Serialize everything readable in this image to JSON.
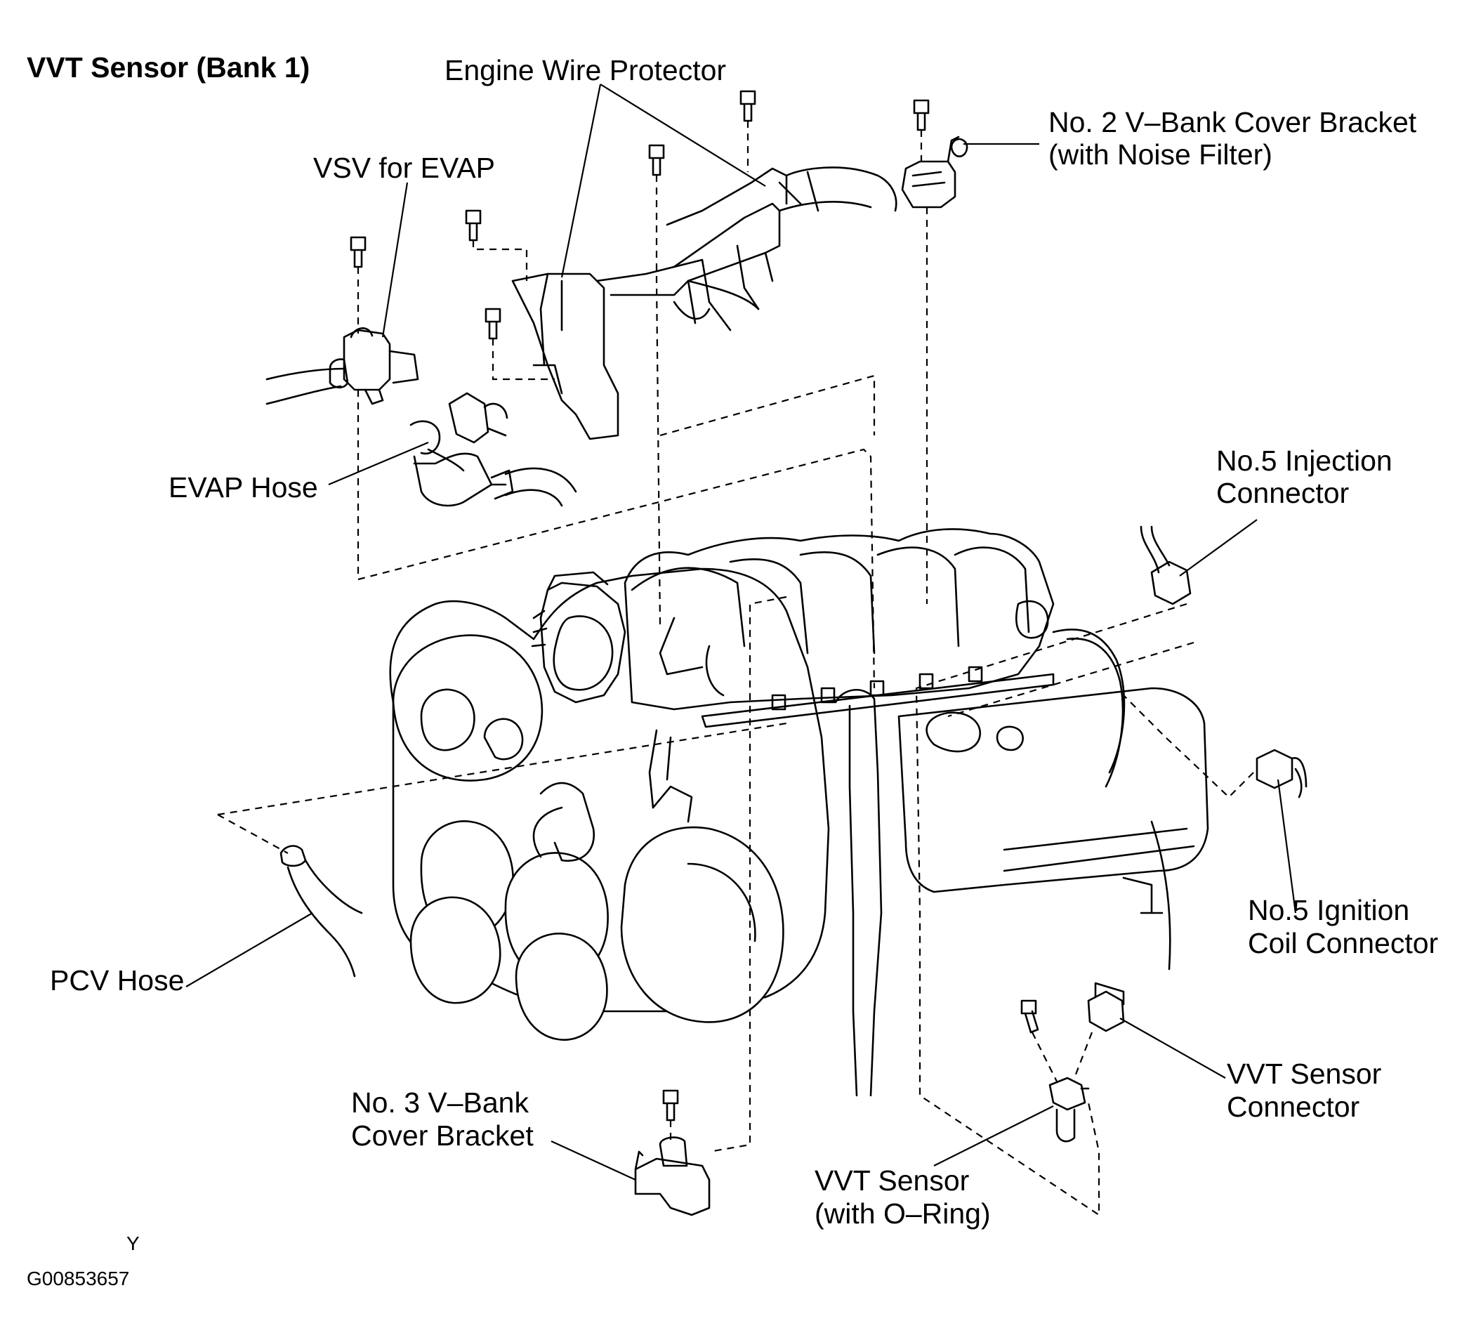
{
  "diagram": {
    "title": "VVT Sensor (Bank 1)",
    "figure_id": "G00853657",
    "corner_mark": "Y",
    "labels": {
      "engine_wire_protector": "Engine Wire Protector",
      "vsv_for_evap": "VSV for EVAP",
      "evap_hose": "EVAP Hose",
      "no2_bracket_line1": "No. 2 V–Bank Cover Bracket",
      "no2_bracket_line2": "(with Noise Filter)",
      "no5_injection_line1": "No.5 Injection",
      "no5_injection_line2": "Connector",
      "no5_ignition_line1": "No.5 Ignition",
      "no5_ignition_line2": "Coil Connector",
      "pcv_hose": "PCV Hose",
      "no3_bracket_line1": "No. 3 V–Bank",
      "no3_bracket_line2": "Cover Bracket",
      "vvt_connector_line1": "VVT Sensor",
      "vvt_connector_line2": "Connector",
      "vvt_sensor_line1": "VVT Sensor",
      "vvt_sensor_line2": "(with O–Ring)"
    }
  }
}
